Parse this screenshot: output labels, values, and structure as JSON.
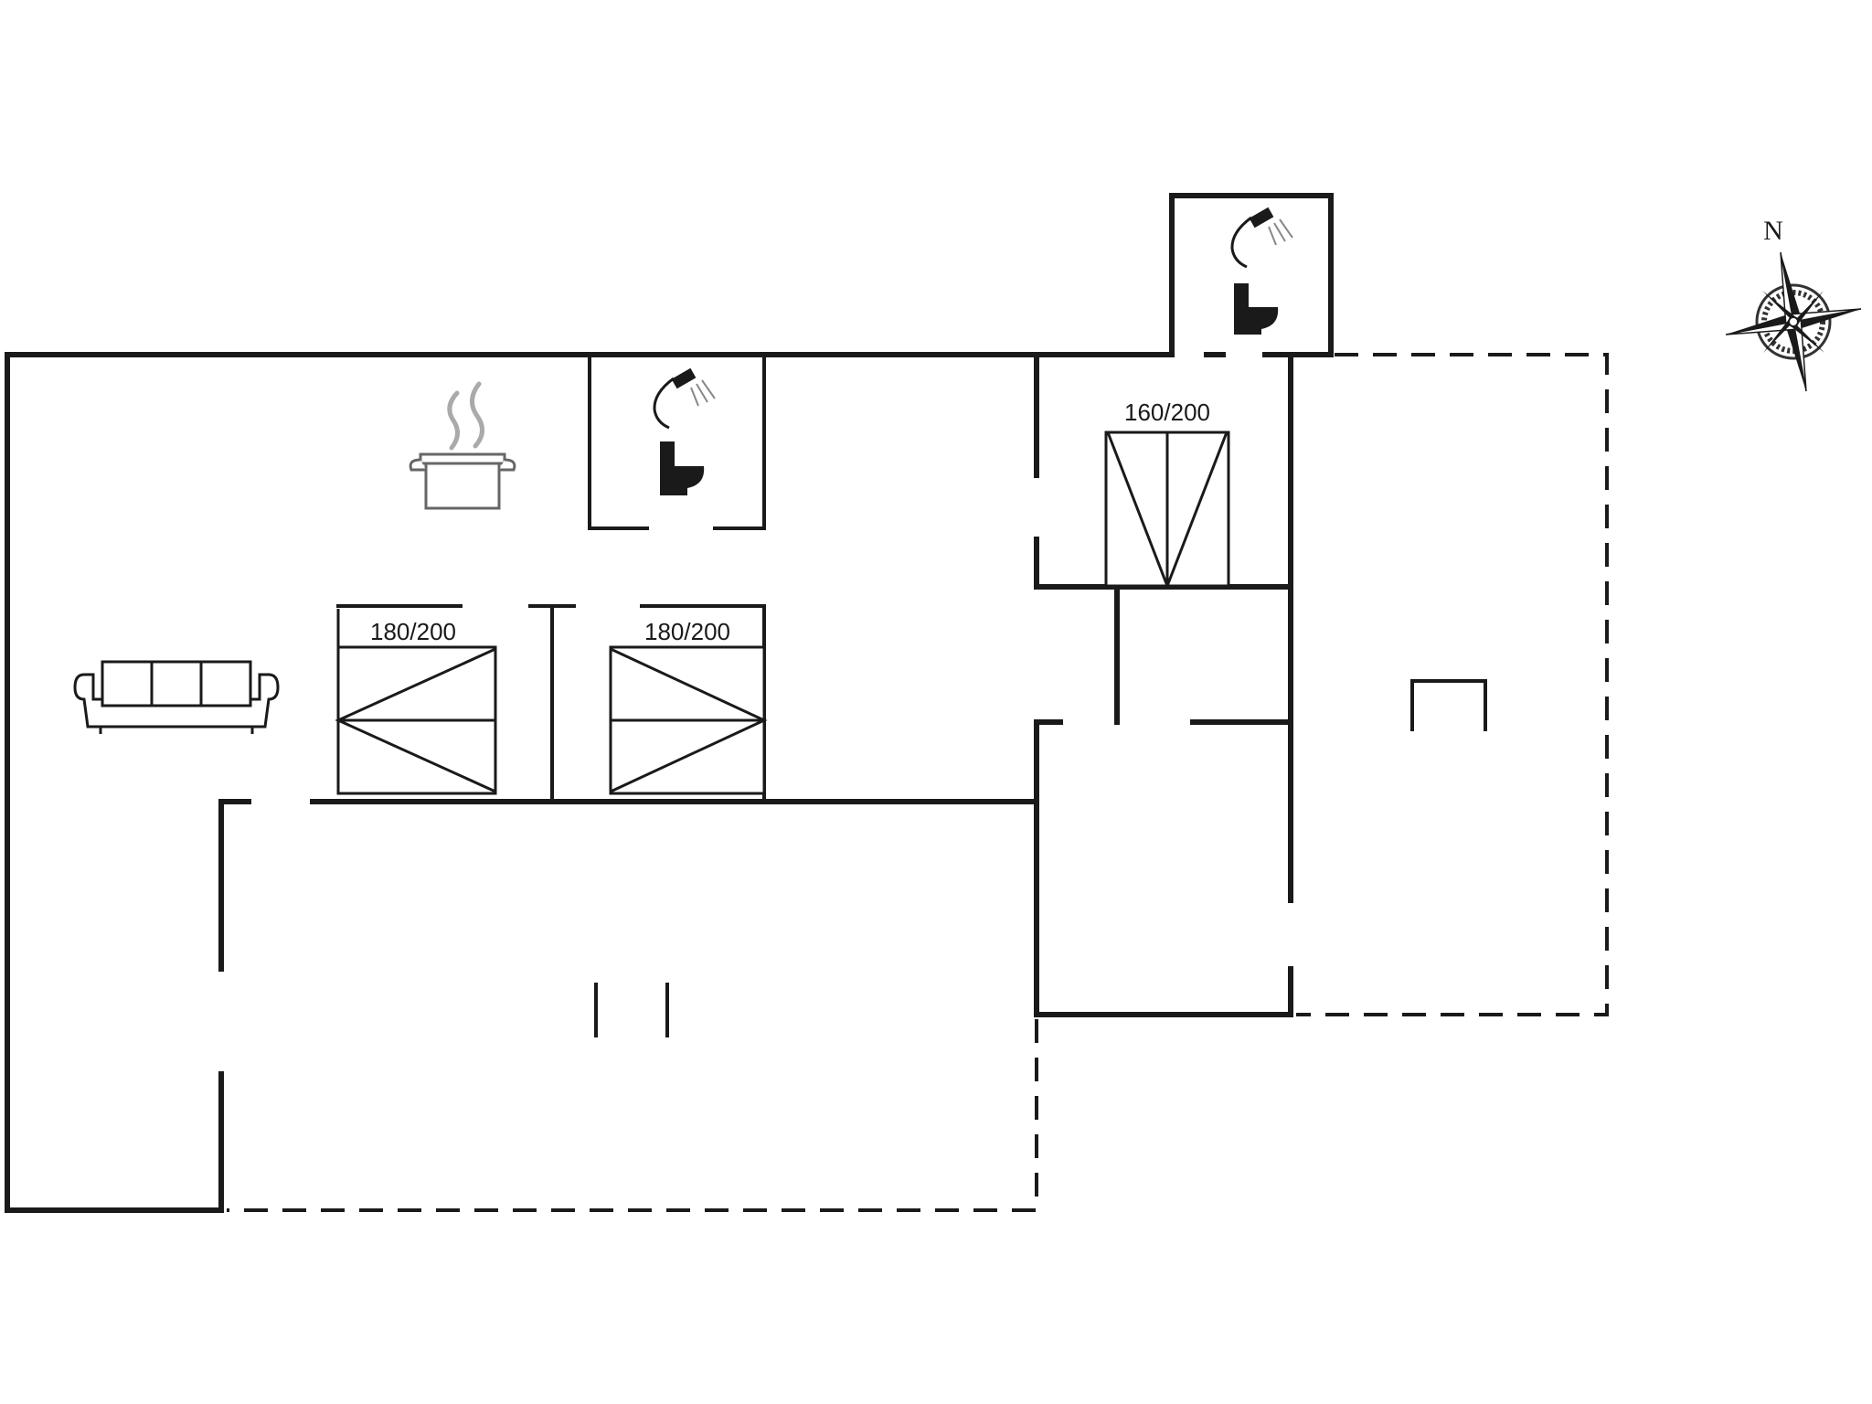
{
  "beds": {
    "bed_1": "180/200",
    "bed_2": "180/200",
    "bed_3": "160/200"
  },
  "compass": {
    "north_label": "N"
  },
  "icons": {
    "kitchen": "cooking-pot-icon",
    "living": "sofa-icon",
    "bathroom": "shower-toilet-icon",
    "compass": "compass-rose-icon"
  }
}
